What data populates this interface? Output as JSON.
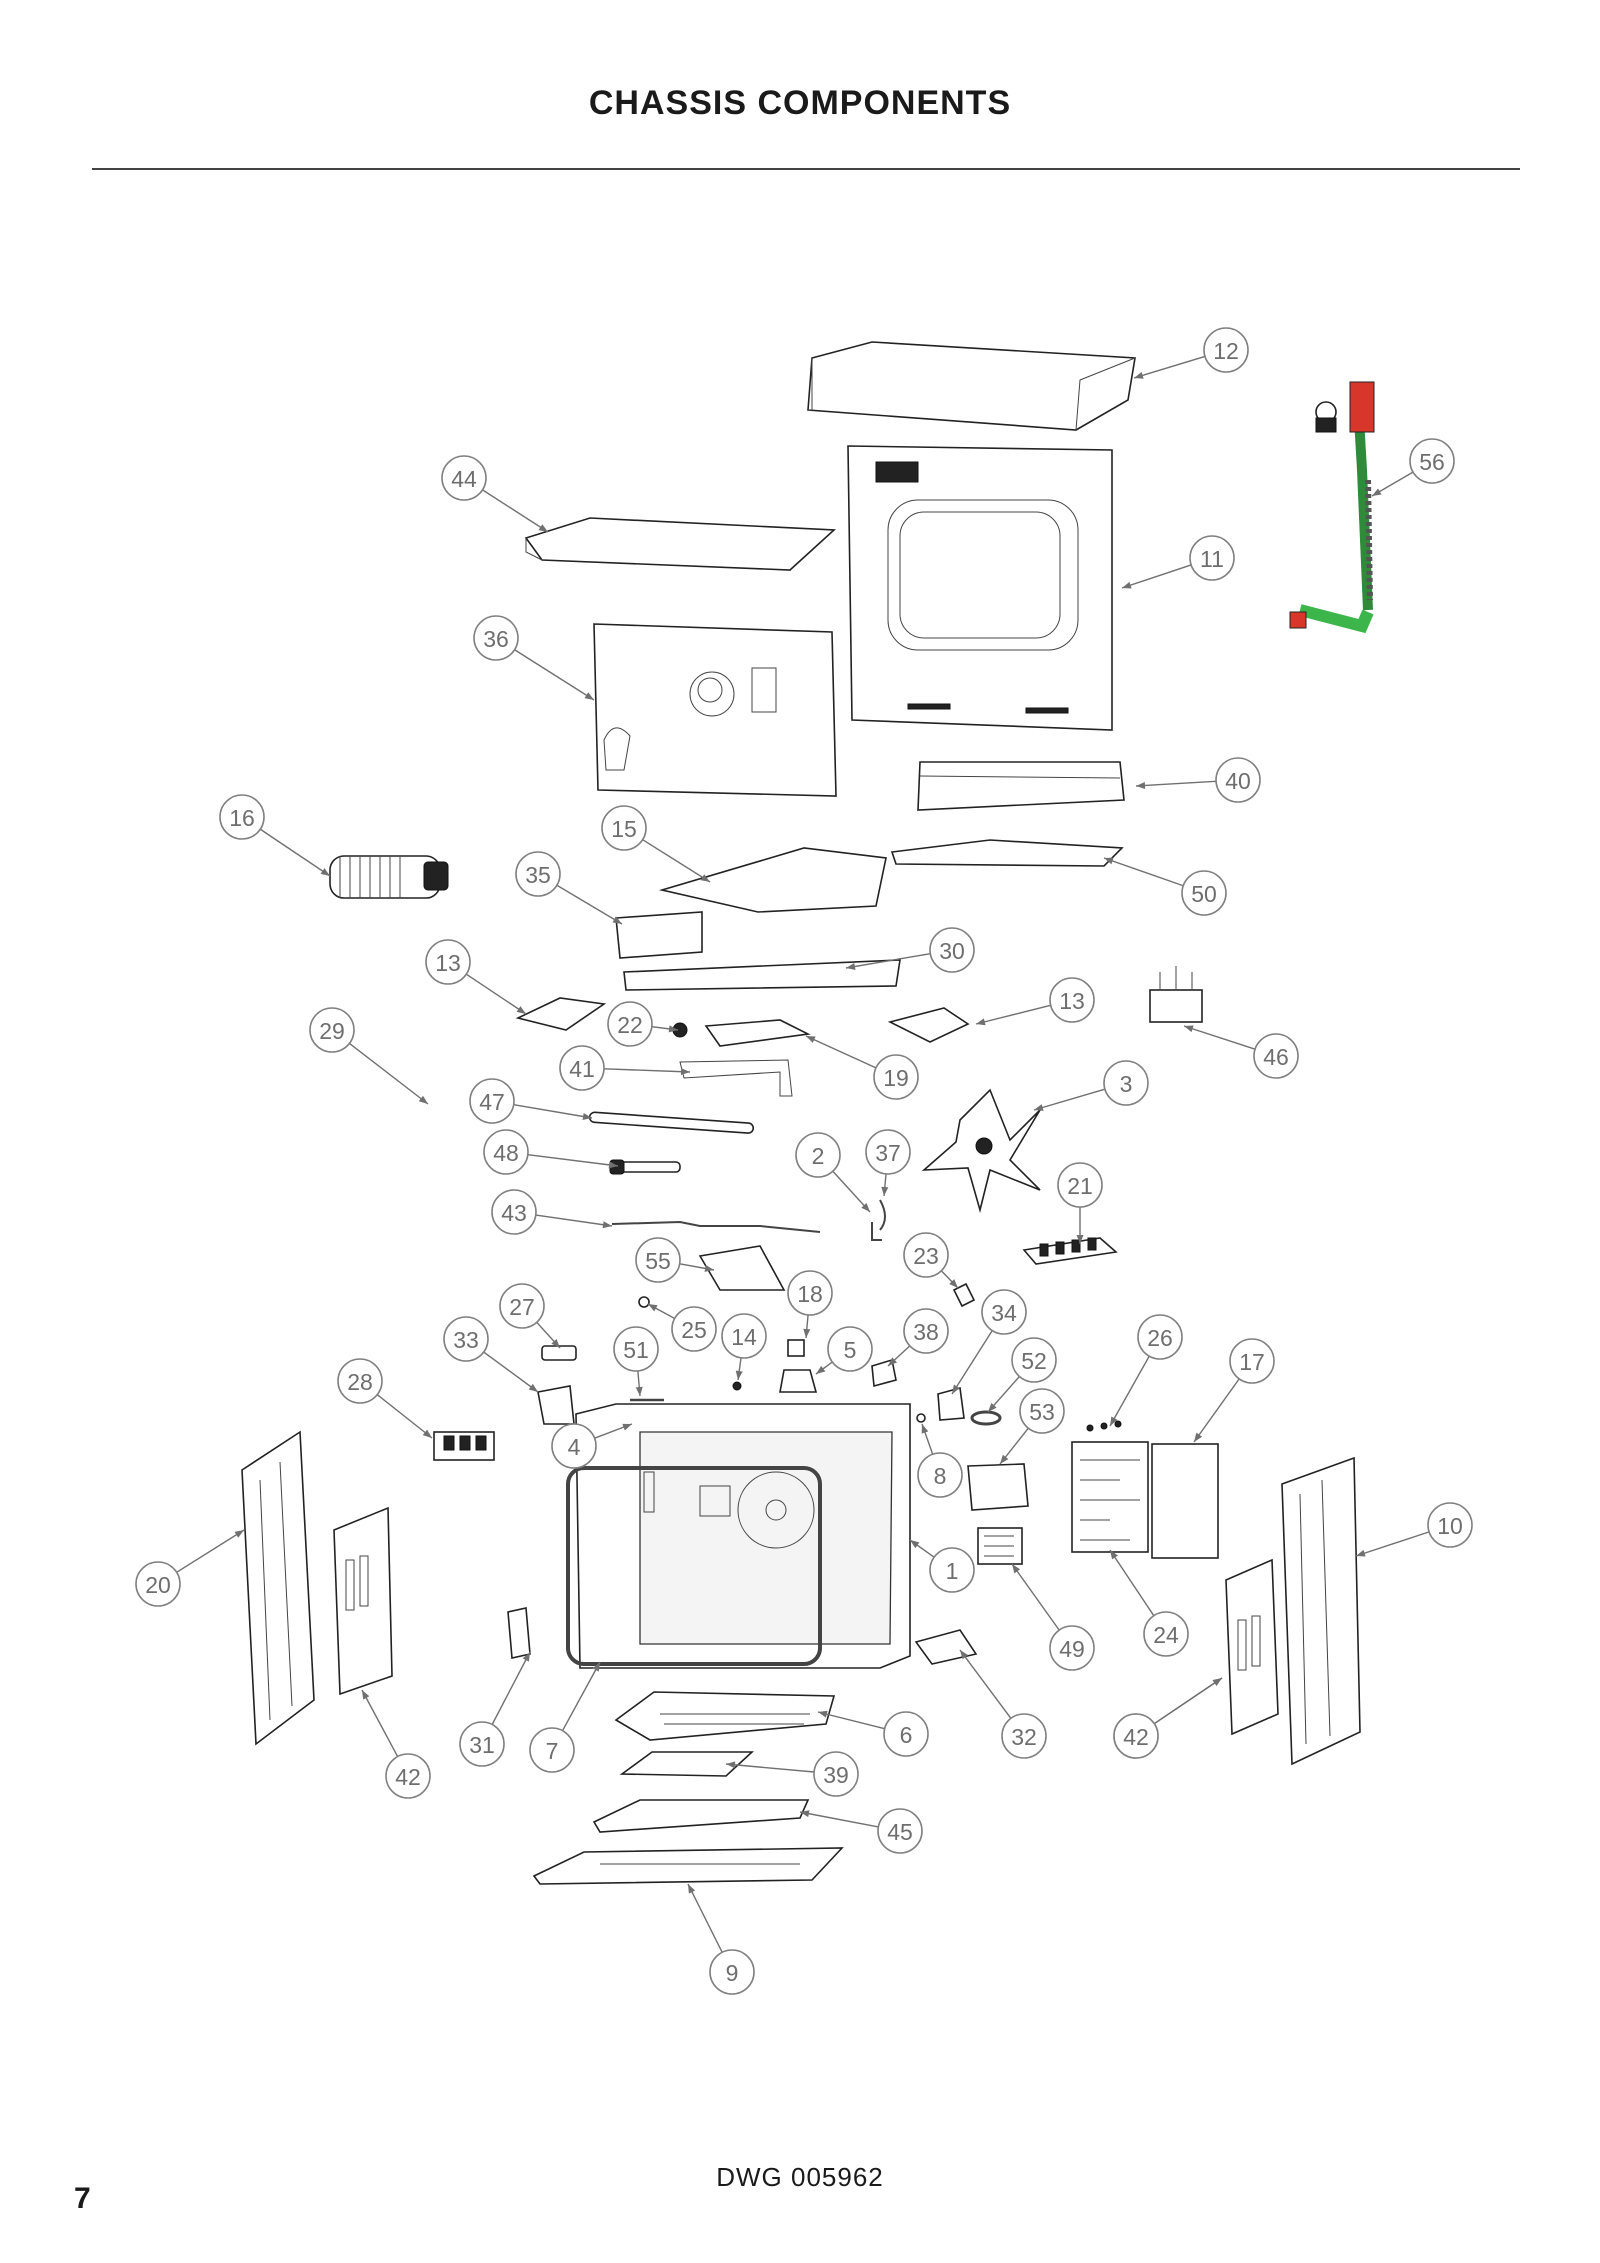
{
  "header": {
    "title": "CHASSIS COMPONENTS"
  },
  "footer": {
    "drawing_number": "DWG 005962",
    "page_number": "7"
  },
  "callouts": [
    "12",
    "56",
    "44",
    "11",
    "36",
    "40",
    "16",
    "15",
    "35",
    "50",
    "30",
    "13",
    "13",
    "29",
    "22",
    "19",
    "41",
    "3",
    "46",
    "47",
    "48",
    "2",
    "37",
    "21",
    "43",
    "23",
    "55",
    "18",
    "27",
    "25",
    "14",
    "5",
    "38",
    "34",
    "33",
    "51",
    "52",
    "26",
    "17",
    "28",
    "53",
    "4",
    "8",
    "10",
    "20",
    "1",
    "49",
    "24",
    "42",
    "31",
    "7",
    "6",
    "32",
    "42",
    "39",
    "45",
    "9",
    "42"
  ],
  "colors": {
    "wire_green": "#3cb54a",
    "wire_red": "#d9362b",
    "line": "#222222",
    "callout": "#808080"
  }
}
